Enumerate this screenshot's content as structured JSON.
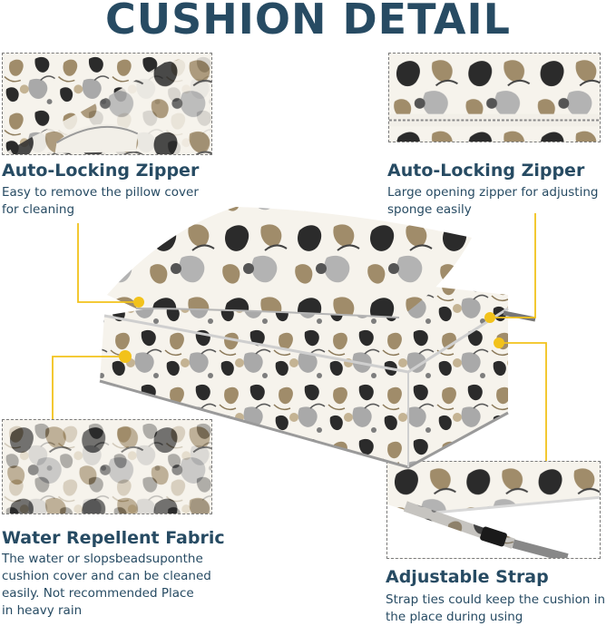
{
  "title": "CUSHION DETAIL",
  "features": {
    "zipper_pillow": {
      "title": "Auto-Locking Zipper",
      "desc": [
        "Easy to remove the pillow cover",
        "for cleaning"
      ]
    },
    "zipper_cushion": {
      "title": "Auto-Locking Zipper",
      "desc": [
        "Large opening zipper for adjusting",
        "sponge easily"
      ]
    },
    "fabric": {
      "title": "Water Repellent Fabric",
      "desc": [
        "The water or slopsbeadsuponthe",
        "cushion cover and can be cleaned",
        "easily. Not recommended Place",
        "in heavy rain"
      ]
    },
    "strap": {
      "title": "Adjustable Strap",
      "desc": [
        "Strap ties could keep the cushion in",
        "the place during using"
      ]
    }
  },
  "colors": {
    "heading": "#274b63",
    "accent_line": "#f2c21b",
    "pattern_dark": "#2b2b2b",
    "pattern_tan": "#a08c6a",
    "pattern_gray": "#a9a9a9"
  }
}
